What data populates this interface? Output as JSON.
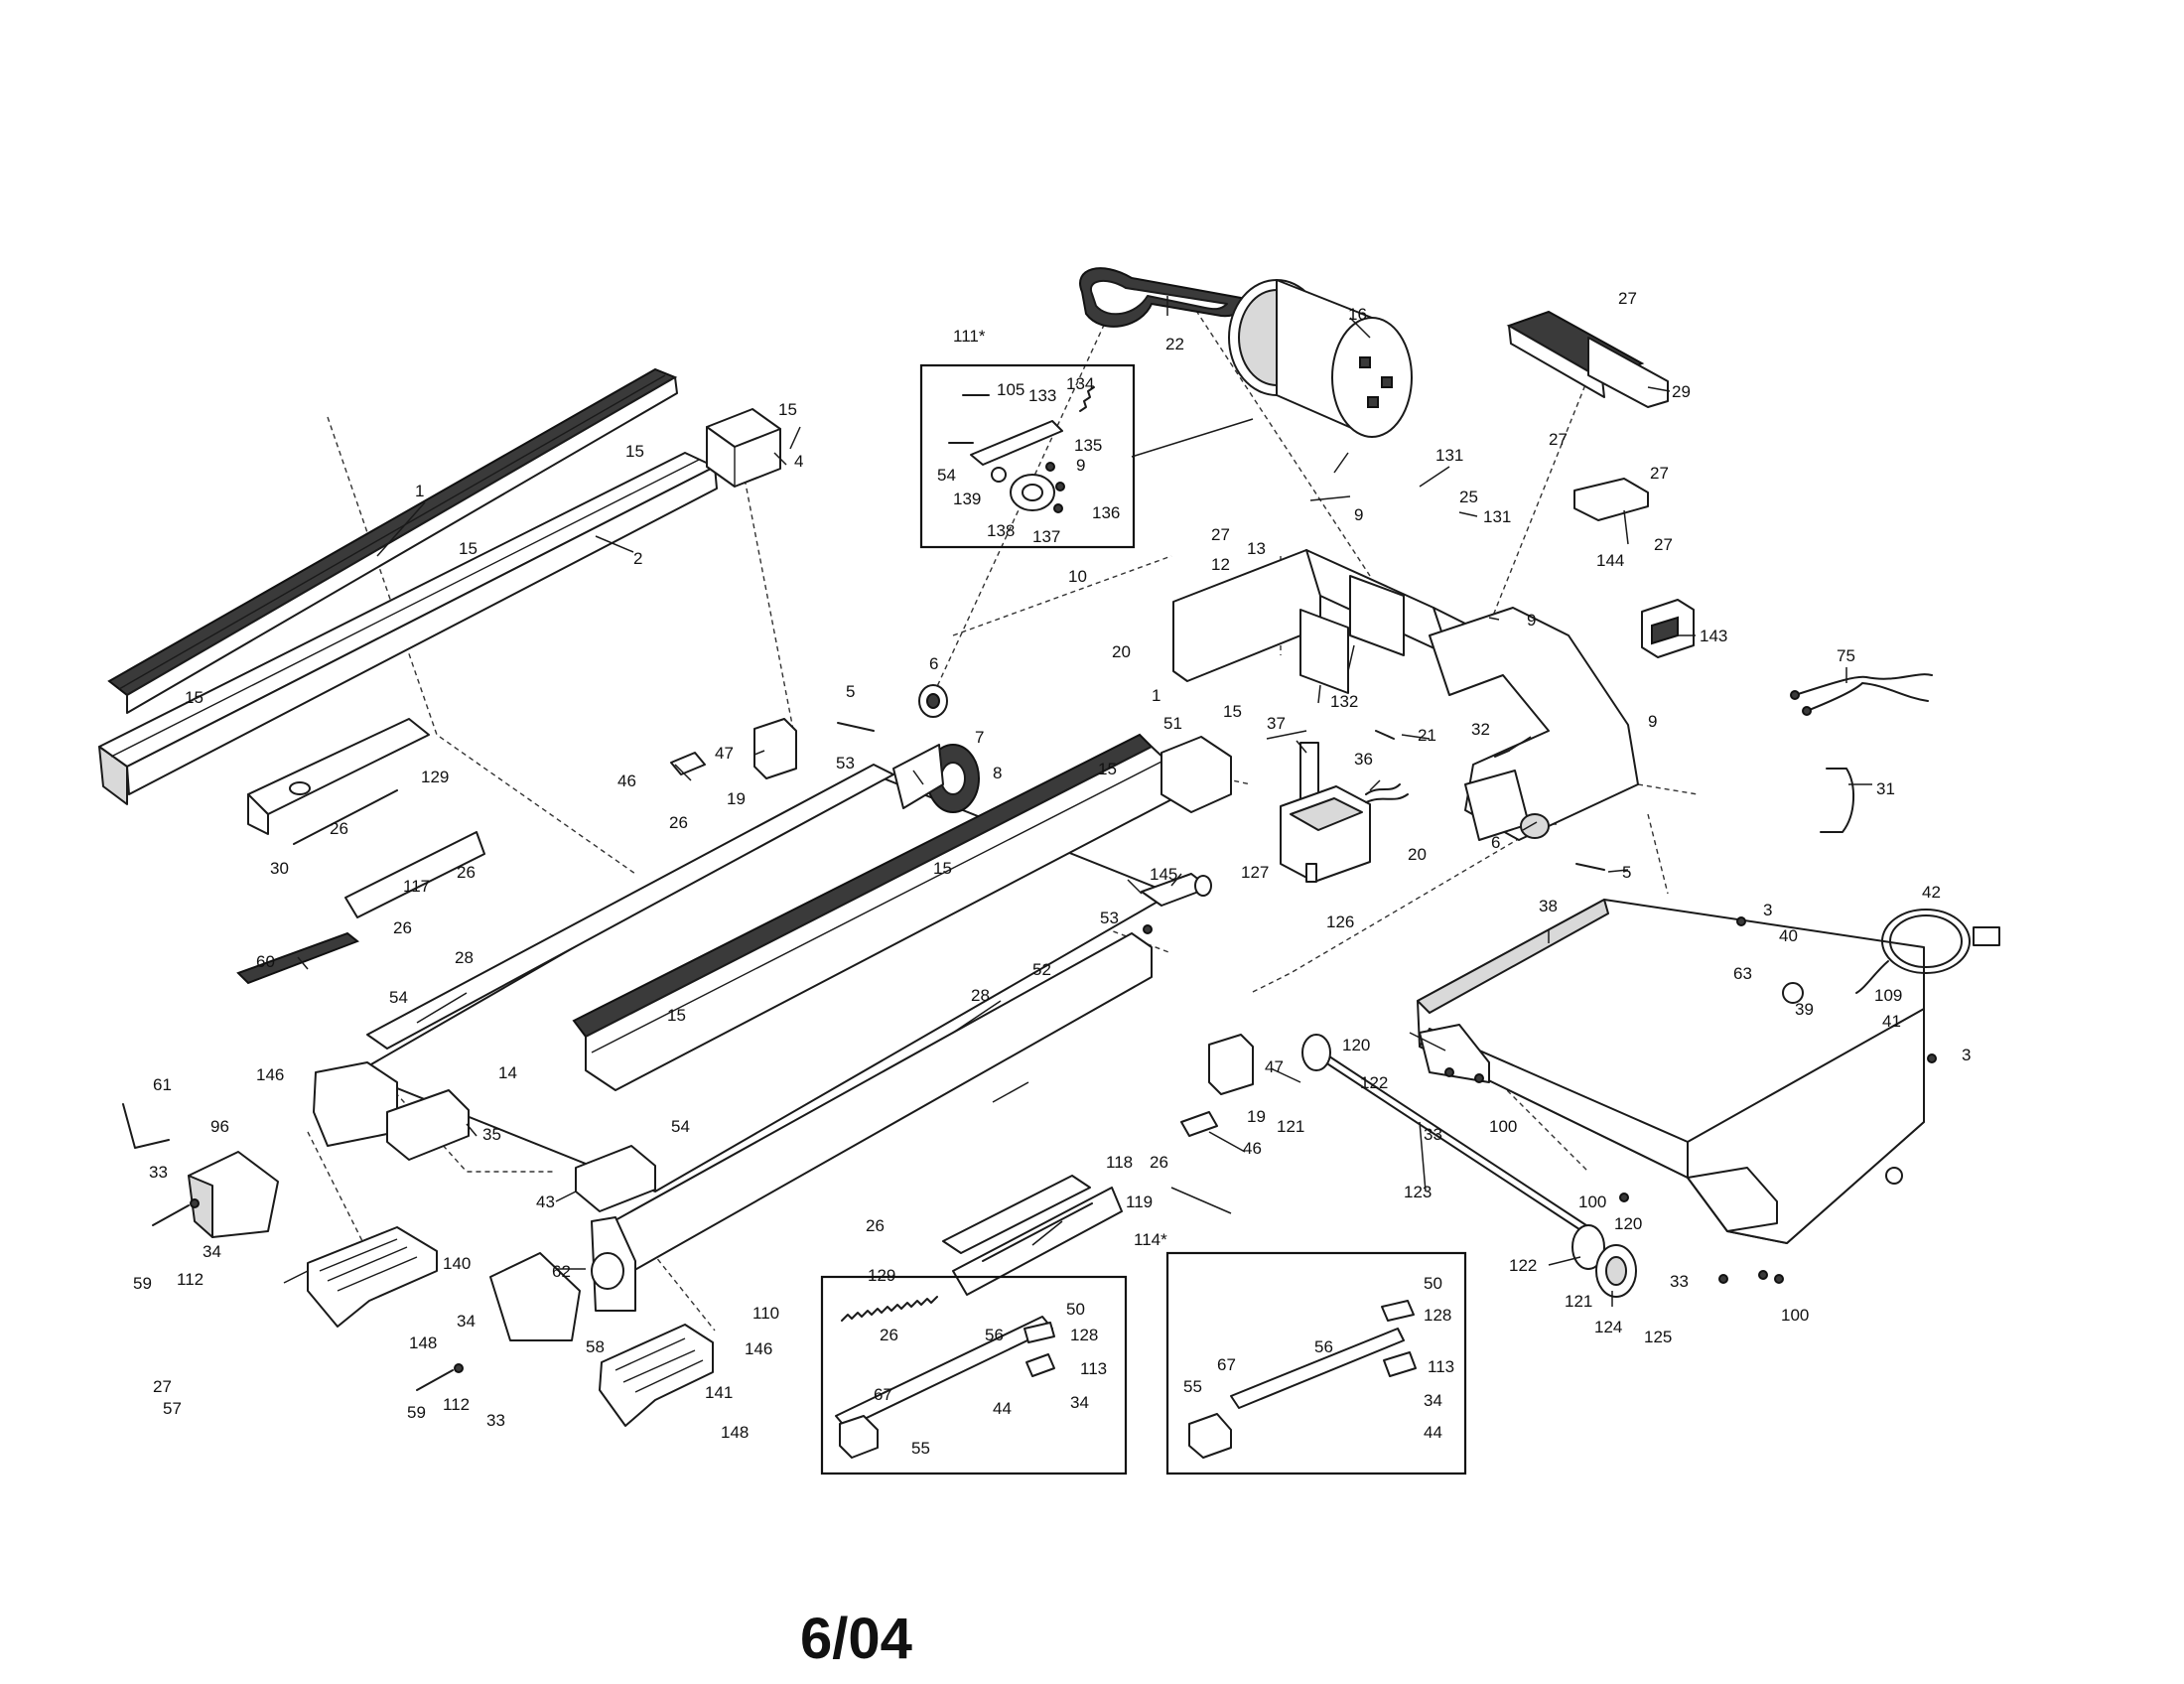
{
  "date_stamp": "6/04",
  "callouts": {
    "rail_left_1": "1",
    "rail_right_1": "1",
    "rail_left_2": "2",
    "cover_4": "4",
    "bolt_5_a": "5",
    "bolt_5_b": "5",
    "bearing_6_a": "6",
    "bearing_6_b": "6",
    "screw_7": "7",
    "pulley_8": "8",
    "nut_9_a": "9",
    "nut_9_b": "9",
    "nut_9_c": "9",
    "nut_9_kit": "9",
    "wire_10": "10",
    "screw_12": "12",
    "frame_13": "13",
    "label_14": "14",
    "s15_a": "15",
    "s15_b": "15",
    "s15_c": "15",
    "s15_d": "15",
    "s15_e": "15",
    "s15_f": "15",
    "s15_g": "15",
    "s15_h": "15",
    "motor_16": "16",
    "s19_a": "19",
    "s19_b": "19",
    "n20_a": "20",
    "n20_b": "20",
    "s21": "21",
    "belt_22": "22",
    "washer_25": "25",
    "s26_a": "26",
    "s26_b": "26",
    "s26_c": "26",
    "s26_d": "26",
    "s26_e": "26",
    "s26_f": "26",
    "s26_g": "26",
    "s27_a": "27",
    "s27_b": "27",
    "s27_c": "27",
    "s27_d": "27",
    "s27_e": "27",
    "s27_f": "27",
    "strip_28_a": "28",
    "strip_28_b": "28",
    "board_29": "29",
    "bracket_30": "30",
    "clip_31": "31",
    "bolt_32": "32",
    "s33_a": "33",
    "s33_b": "33",
    "s33_c": "33",
    "s33_d": "33",
    "w34_a": "34",
    "w34_b": "34",
    "w34_c": "34",
    "w34_d": "34",
    "end_35": "35",
    "lift_36": "36",
    "clip_37": "37",
    "base_38": "38",
    "s39": "39",
    "s40": "40",
    "s41": "41",
    "cord_42": "42",
    "cap_43": "43",
    "s44_a": "44",
    "s44_b": "44",
    "br46_a": "46",
    "br46_b": "46",
    "pad_47_a": "47",
    "pad_47_b": "47",
    "s50_a": "50",
    "s50_b": "50",
    "cover_51": "51",
    "strip_52": "52",
    "s53_a": "53",
    "s53_b": "53",
    "s54_a": "54",
    "s54_b": "54",
    "s54_kit": "54",
    "s55_a": "55",
    "s55_b": "55",
    "bar_56_a": "56",
    "bar_56_b": "56",
    "s57": "57",
    "cap_58": "58",
    "s59_a": "59",
    "s59_b": "59",
    "decal_60": "60",
    "key_61": "61",
    "roller_62": "62",
    "wire_63": "63",
    "s67_a": "67",
    "s67_b": "67",
    "harness_75": "75",
    "cap_96": "96",
    "s100_a": "100",
    "s100_b": "100",
    "s100_c": "100",
    "s105": "105",
    "s109": "109",
    "belt_110": "110",
    "kit_111": "111*",
    "s112_a": "112",
    "s112_b": "112",
    "s113_a": "113",
    "s113_b": "113",
    "kit_114": "114*",
    "guide_117": "117",
    "guide_118": "118",
    "guide_119": "119",
    "s120_a": "120",
    "s120_b": "120",
    "s121_a": "121",
    "s121_b": "121",
    "s122_a": "122",
    "s122_b": "122",
    "axle_123": "123",
    "hub_124": "124",
    "s125": "125",
    "s126": "126",
    "s127": "127",
    "s128_a": "128",
    "s128_b": "128",
    "spring_129_a": "129",
    "spring_129_b": "129",
    "s131_a": "131",
    "s131_b": "131",
    "plate_132": "132",
    "arm_133": "133",
    "spring_134": "134",
    "s135": "135",
    "s136": "136",
    "s137": "137",
    "wheel_138": "138",
    "s139": "139",
    "foot_140": "140",
    "foot_141": "141",
    "choke_143": "143",
    "bracket_144": "144",
    "cover_145": "145",
    "s146_a": "146",
    "s146_b": "146",
    "s148_a": "148",
    "s148_b": "148"
  }
}
